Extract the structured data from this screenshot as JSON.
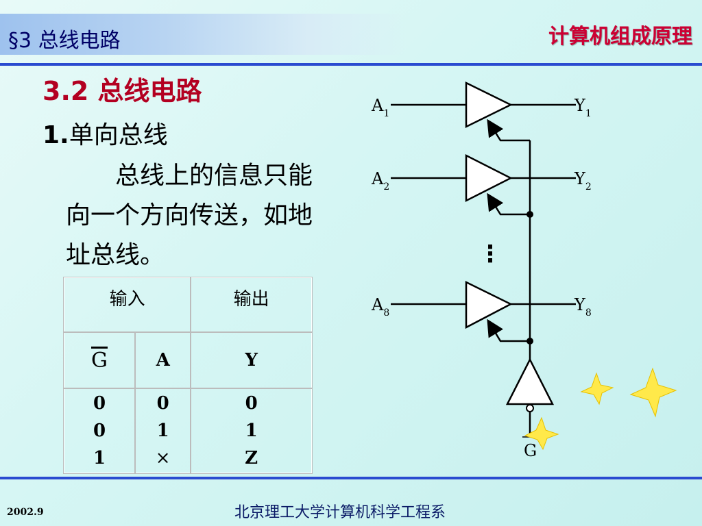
{
  "header": {
    "section": "§3  总线电路",
    "course": "计算机组成原理"
  },
  "content": {
    "heading": "3.2 总线电路",
    "subheading_num": "1.",
    "subheading": "单向总线",
    "paragraph": "总线上的信息只能向一个方向传送，如地址总线。"
  },
  "table": {
    "group_headers": [
      "输入",
      "输出"
    ],
    "columns": [
      "G",
      "A",
      "Y"
    ],
    "rows": [
      [
        "0",
        "0",
        "0"
      ],
      [
        "0",
        "1",
        "1"
      ],
      [
        "1",
        "×",
        "Z"
      ]
    ]
  },
  "circuit": {
    "inputs": [
      {
        "name": "A",
        "sub": "1"
      },
      {
        "name": "A",
        "sub": "2"
      },
      {
        "name": "A",
        "sub": "8"
      }
    ],
    "outputs": [
      {
        "name": "Y",
        "sub": "1"
      },
      {
        "name": "Y",
        "sub": "2"
      },
      {
        "name": "Y",
        "sub": "8"
      }
    ],
    "ellipsis": "⋮",
    "enable": "G"
  },
  "footer": {
    "date": "2002.9",
    "department": "北京理工大学计算机科学工程系"
  },
  "colors": {
    "title_red": "#cc0033",
    "heading_red": "#b30021",
    "rule_blue": "#2a4bd0",
    "section_navy": "#000066"
  }
}
